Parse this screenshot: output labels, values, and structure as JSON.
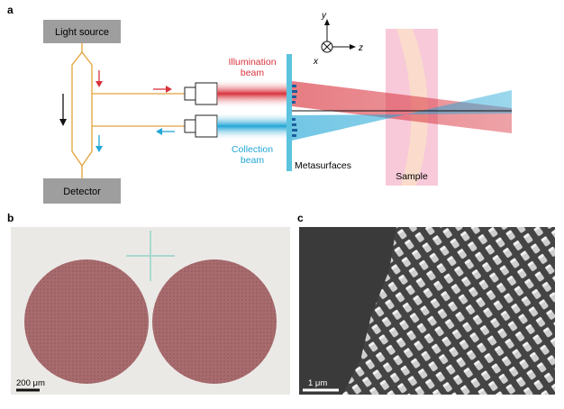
{
  "panels": {
    "a": {
      "label": "a",
      "light_source": "Light source",
      "detector": "Detector",
      "illumination_beam": [
        "Illumination",
        "beam"
      ],
      "collection_beam": [
        "Collection",
        "beam"
      ],
      "metasurfaces": "Metasurfaces",
      "sample": "Sample",
      "axes": {
        "y": "y",
        "z": "z",
        "x": "x"
      }
    },
    "b": {
      "label": "b",
      "scale_bar": "200 μm"
    },
    "c": {
      "label": "c",
      "scale_bar": "1 μm"
    }
  },
  "colors": {
    "box_gray": "#9e9e9e",
    "fiber": "#e2a23a",
    "illumination_red": "#d8323c",
    "collection_blue": "#22a6d6",
    "metasurface": "#5cc3de",
    "sample_pink": "#f3b5cc",
    "wafer_disc": "#a66a6d",
    "sem_bg": "#3a3a3a",
    "sem_pillar": "#d7d7d7"
  },
  "icons": [
    "out-of-plane-x-icon",
    "arrow-right-icon",
    "arrow-left-icon",
    "arrow-down-icon"
  ]
}
